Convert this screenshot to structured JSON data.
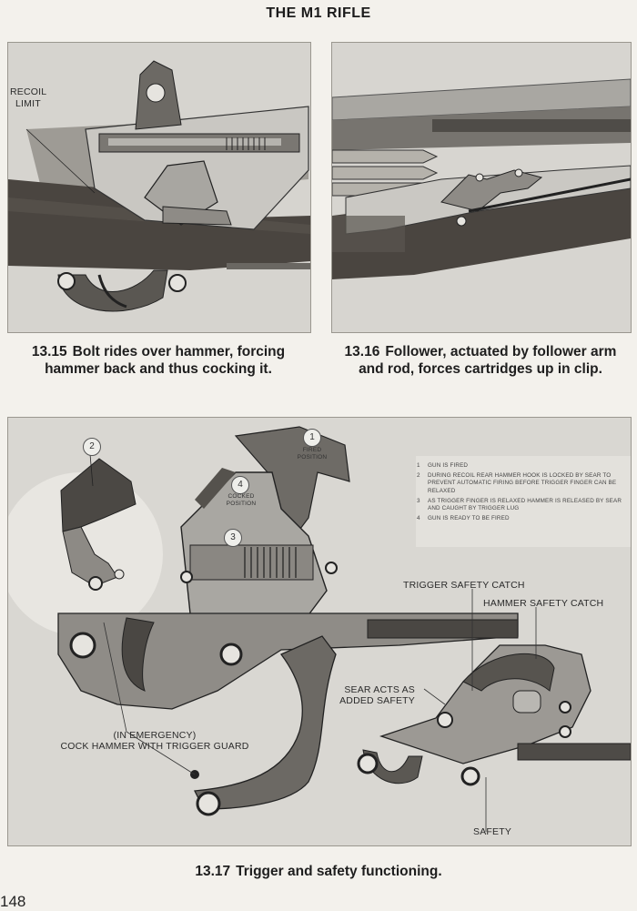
{
  "page": {
    "running_head": "THE M1 RIFLE",
    "folio": "148"
  },
  "figures": {
    "fig_13_15": {
      "number": "13.15",
      "caption_line1": "Bolt rides over hammer, forcing",
      "caption_line2": "hammer back and thus cocking it.",
      "labels": {
        "recoil_limit_1": "RECOIL",
        "recoil_limit_2": "LIMIT"
      }
    },
    "fig_13_16": {
      "number": "13.16",
      "caption_line1": "Follower, actuated by follower arm",
      "caption_line2": "and rod, forces cartridges up in clip."
    },
    "fig_13_17": {
      "number": "13.17",
      "caption": "Trigger and safety functioning.",
      "callouts": {
        "tag_1": "1",
        "tag_2": "2",
        "tag_3": "3",
        "tag_4": "4",
        "cocked_1": "COCKED",
        "cocked_2": "POSITION",
        "fired_1": "FIRED",
        "fired_2": "POSITION"
      },
      "steps": [
        {
          "n": "1",
          "text": "GUN IS FIRED"
        },
        {
          "n": "2",
          "text": "DURING RECOIL REAR HAMMER HOOK IS LOCKED BY SEAR TO PREVENT AUTOMATIC FIRING BEFORE TRIGGER FINGER CAN BE RELAXED"
        },
        {
          "n": "3",
          "text": "AS TRIGGER FINGER IS RELAXED HAMMER IS RELEASED BY SEAR AND CAUGHT BY TRIGGER LUG"
        },
        {
          "n": "4",
          "text": "GUN IS READY TO BE FIRED"
        }
      ],
      "labels": {
        "trigger_safety_catch": "TRIGGER SAFETY CATCH",
        "hammer_safety_catch": "HAMMER SAFETY CATCH",
        "sear_1": "SEAR ACTS AS",
        "sear_2": "ADDED SAFETY",
        "emergency_1": "(IN EMERGENCY)",
        "emergency_2": "COCK HAMMER WITH TRIGGER GUARD",
        "safety": "SAFETY"
      }
    }
  },
  "colors": {
    "paper": "#f3f1ec",
    "plate": "#d3d1cc",
    "stock_dark": "#4a4540",
    "metal_dark": "#3b3b3b",
    "metal_light": "#b8b6b1"
  }
}
